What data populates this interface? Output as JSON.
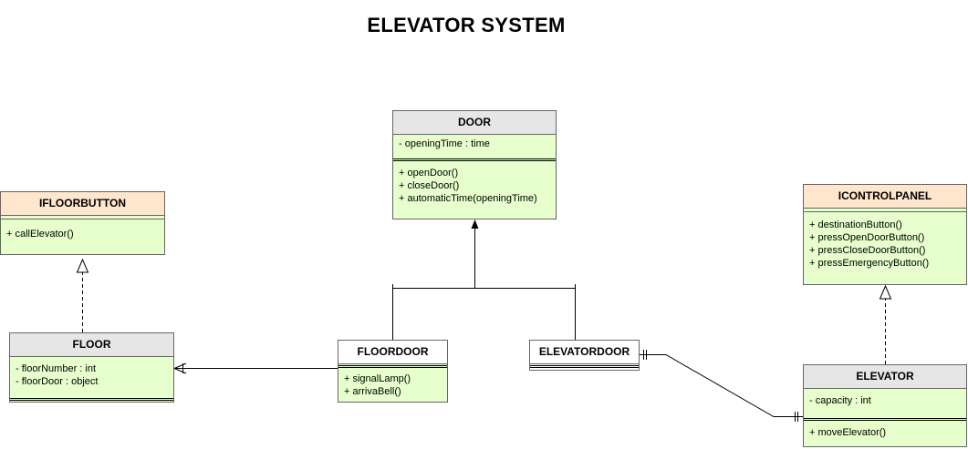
{
  "diagram": {
    "title": "ELEVATOR SYSTEM",
    "colors": {
      "header_default": "#e6e6e6",
      "header_interface": "#ffe6cc",
      "body": "#e6ffcc",
      "line": "#000000"
    },
    "classes": {
      "door": {
        "name": "DOOR",
        "attributes": [
          "- openingTime : time"
        ],
        "methods": [
          "+ openDoor()",
          "+ closeDoor()",
          "+ automaticTime(openingTime)"
        ]
      },
      "ifloorbutton": {
        "name": "IFLOORBUTTON",
        "attributes": [],
        "methods": [
          "+ callElevator()"
        ]
      },
      "icontrolpanel": {
        "name": "ICONTROLPANEL",
        "attributes": [],
        "methods": [
          "+ destinationButton()",
          "+ pressOpenDoorButton()",
          "+ pressCloseDoorButton()",
          "+ pressEmergencyButton()"
        ]
      },
      "floor": {
        "name": "FLOOR",
        "attributes": [
          "- floorNumber : int",
          "- floorDoor : object"
        ],
        "methods": []
      },
      "floordoor": {
        "name": "FLOORDOOR",
        "attributes": [],
        "methods": [
          "+ signalLamp()",
          "+ arrivaBell()"
        ]
      },
      "elevatordoor": {
        "name": "ELEVATORDOOR",
        "attributes": [],
        "methods": []
      },
      "elevator": {
        "name": "ELEVATOR",
        "attributes": [
          "- capacity : int"
        ],
        "methods": [
          "+ moveElevator()"
        ]
      }
    }
  }
}
